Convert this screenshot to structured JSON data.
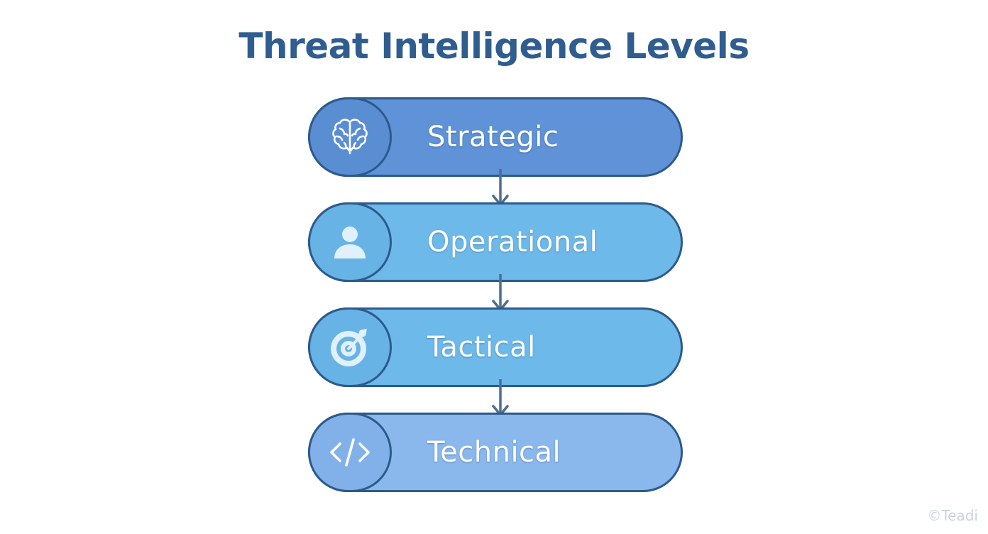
{
  "title": "Threat Intelligence Levels",
  "levels": [
    {
      "label": "Strategic",
      "icon": "brain-icon",
      "fill": "#5f92d6",
      "icon_fill": "#5a8ed3"
    },
    {
      "label": "Operational",
      "icon": "person-icon",
      "fill": "#6db9ea",
      "icon_fill": "#68b3e6"
    },
    {
      "label": "Tactical",
      "icon": "target-icon",
      "fill": "#6db9ea",
      "icon_fill": "#68b3e6"
    },
    {
      "label": "Technical",
      "icon": "code-icon",
      "fill": "#8ab8ec",
      "icon_fill": "#82b1e9"
    }
  ],
  "colors": {
    "title": "#2f5d8f",
    "outline": "#2d5a8c",
    "arrow": "#4d6e8f",
    "label_text": "#ffffff"
  },
  "watermark": "©Teadi"
}
